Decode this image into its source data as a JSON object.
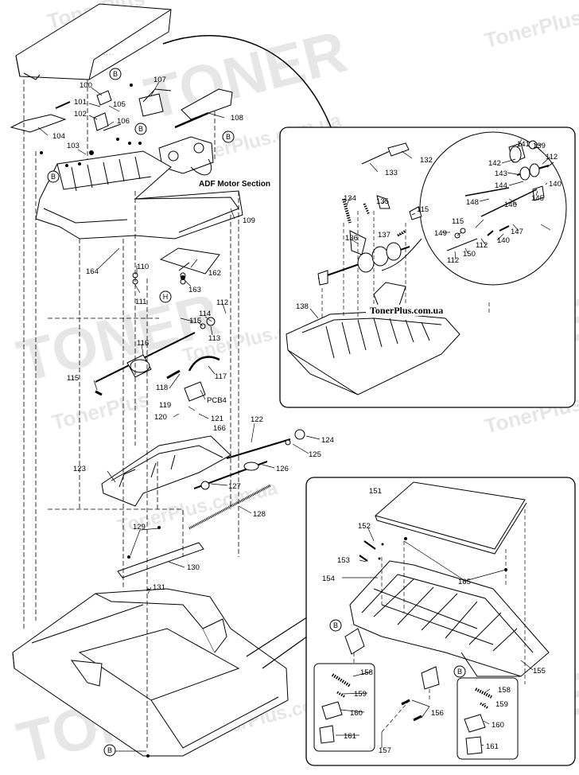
{
  "watermark": {
    "brand": "TonerPlus",
    "big_word": "TONER",
    "site": "TonerPlus.com.ua",
    "color": "#e4e4e4"
  },
  "section_labels": {
    "adf_motor": "ADF Motor Section",
    "site_caption": "TonerPlus.com.ua"
  },
  "screw_marks": {
    "b": "B",
    "h": "H"
  },
  "parts": {
    "p100": "100",
    "p101": "101",
    "p102": "102",
    "p103": "103",
    "p104": "104",
    "p105": "105",
    "p106": "106",
    "p107": "107",
    "p108": "108",
    "p109": "109",
    "p110": "110",
    "p111": "111",
    "p112a": "112",
    "p112b": "112",
    "p112c": "112",
    "p112d": "112",
    "p113": "113",
    "p114": "114",
    "p115a": "115",
    "p115b": "115",
    "p115c": "115",
    "p115d": "115",
    "p116": "116",
    "p117": "117",
    "p118": "118",
    "p119": "119",
    "p120": "120",
    "p121": "121",
    "p122": "122",
    "p123": "123",
    "p124": "124",
    "p125": "125",
    "p126": "126",
    "p127": "127",
    "p128": "128",
    "p129": "129",
    "p130": "130",
    "p131": "131",
    "p132": "132",
    "p133": "133",
    "p134": "134",
    "p135": "135",
    "p136": "136",
    "p137": "137",
    "p138": "138",
    "p139": "139",
    "p140a": "140",
    "p140b": "140",
    "p141": "141",
    "p142": "142",
    "p143": "143",
    "p144": "144",
    "p145": "145",
    "p146": "146",
    "p147": "147",
    "p148": "148",
    "p149": "149",
    "p150": "150",
    "p151": "151",
    "p152": "152",
    "p153": "153",
    "p154": "154",
    "p155": "155",
    "p156": "156",
    "p157": "157",
    "p158a": "158",
    "p158b": "158",
    "p159a": "159",
    "p159b": "159",
    "p160a": "160",
    "p160b": "160",
    "p161a": "161",
    "p161b": "161",
    "p162": "162",
    "p163": "163",
    "p164": "164",
    "p165": "165",
    "p166": "166",
    "pcb4": "PCB4"
  }
}
